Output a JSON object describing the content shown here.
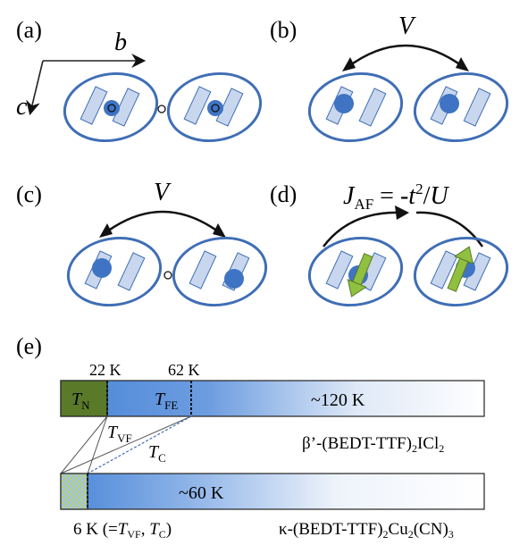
{
  "colors": {
    "dimer_outline": "#3f6eb5",
    "molecule_fill": "#c9d7ee",
    "site_fill": "#3f74c4",
    "green": "#5a7a2a",
    "arrow_green": "#8fc040",
    "bar_blue": "#4a86d8"
  },
  "panel_a": {
    "label": "(a)",
    "axis_b": "b",
    "axis_c": "c"
  },
  "panel_b": {
    "label": "(b)",
    "interaction": "V"
  },
  "panel_c": {
    "label": "(c)",
    "interaction": "V"
  },
  "panel_d": {
    "label": "(d)",
    "j_symbol": "J",
    "j_sub": "AF",
    "eq_mid": " = -",
    "t_symbol": "t",
    "t_exp": "2",
    "slash": "/",
    "u_symbol": "U"
  },
  "panel_e": {
    "label": "(e)",
    "temp_22": "22 K",
    "temp_62": "62 K",
    "tn_sym": "T",
    "tn_sub": "N",
    "tfe_sym": "T",
    "tfe_sub": "FE",
    "temp_120": "~120 K",
    "tvf_sym": "T",
    "tvf_sub": "VF",
    "tc_sym": "T",
    "tc_sub": "C",
    "beta_name": "β’-(BEDT-TTF)",
    "beta_sub2": "2",
    "beta_icl": "ICl",
    "beta_sub2b": "2",
    "temp_60": "~60 K",
    "six_k_prefix": "6 K (=",
    "six_tvf": "T",
    "six_tvf_sub": "VF",
    "six_comma": ", ",
    "six_tc": "T",
    "six_tc_sub": "C",
    "six_close": ")",
    "kappa_name": "κ-(BEDT-TTF)",
    "kappa_sub2": "2",
    "kappa_cu": "Cu",
    "kappa_sub2b": "2",
    "kappa_cn": "(CN)",
    "kappa_sub3": "3"
  }
}
